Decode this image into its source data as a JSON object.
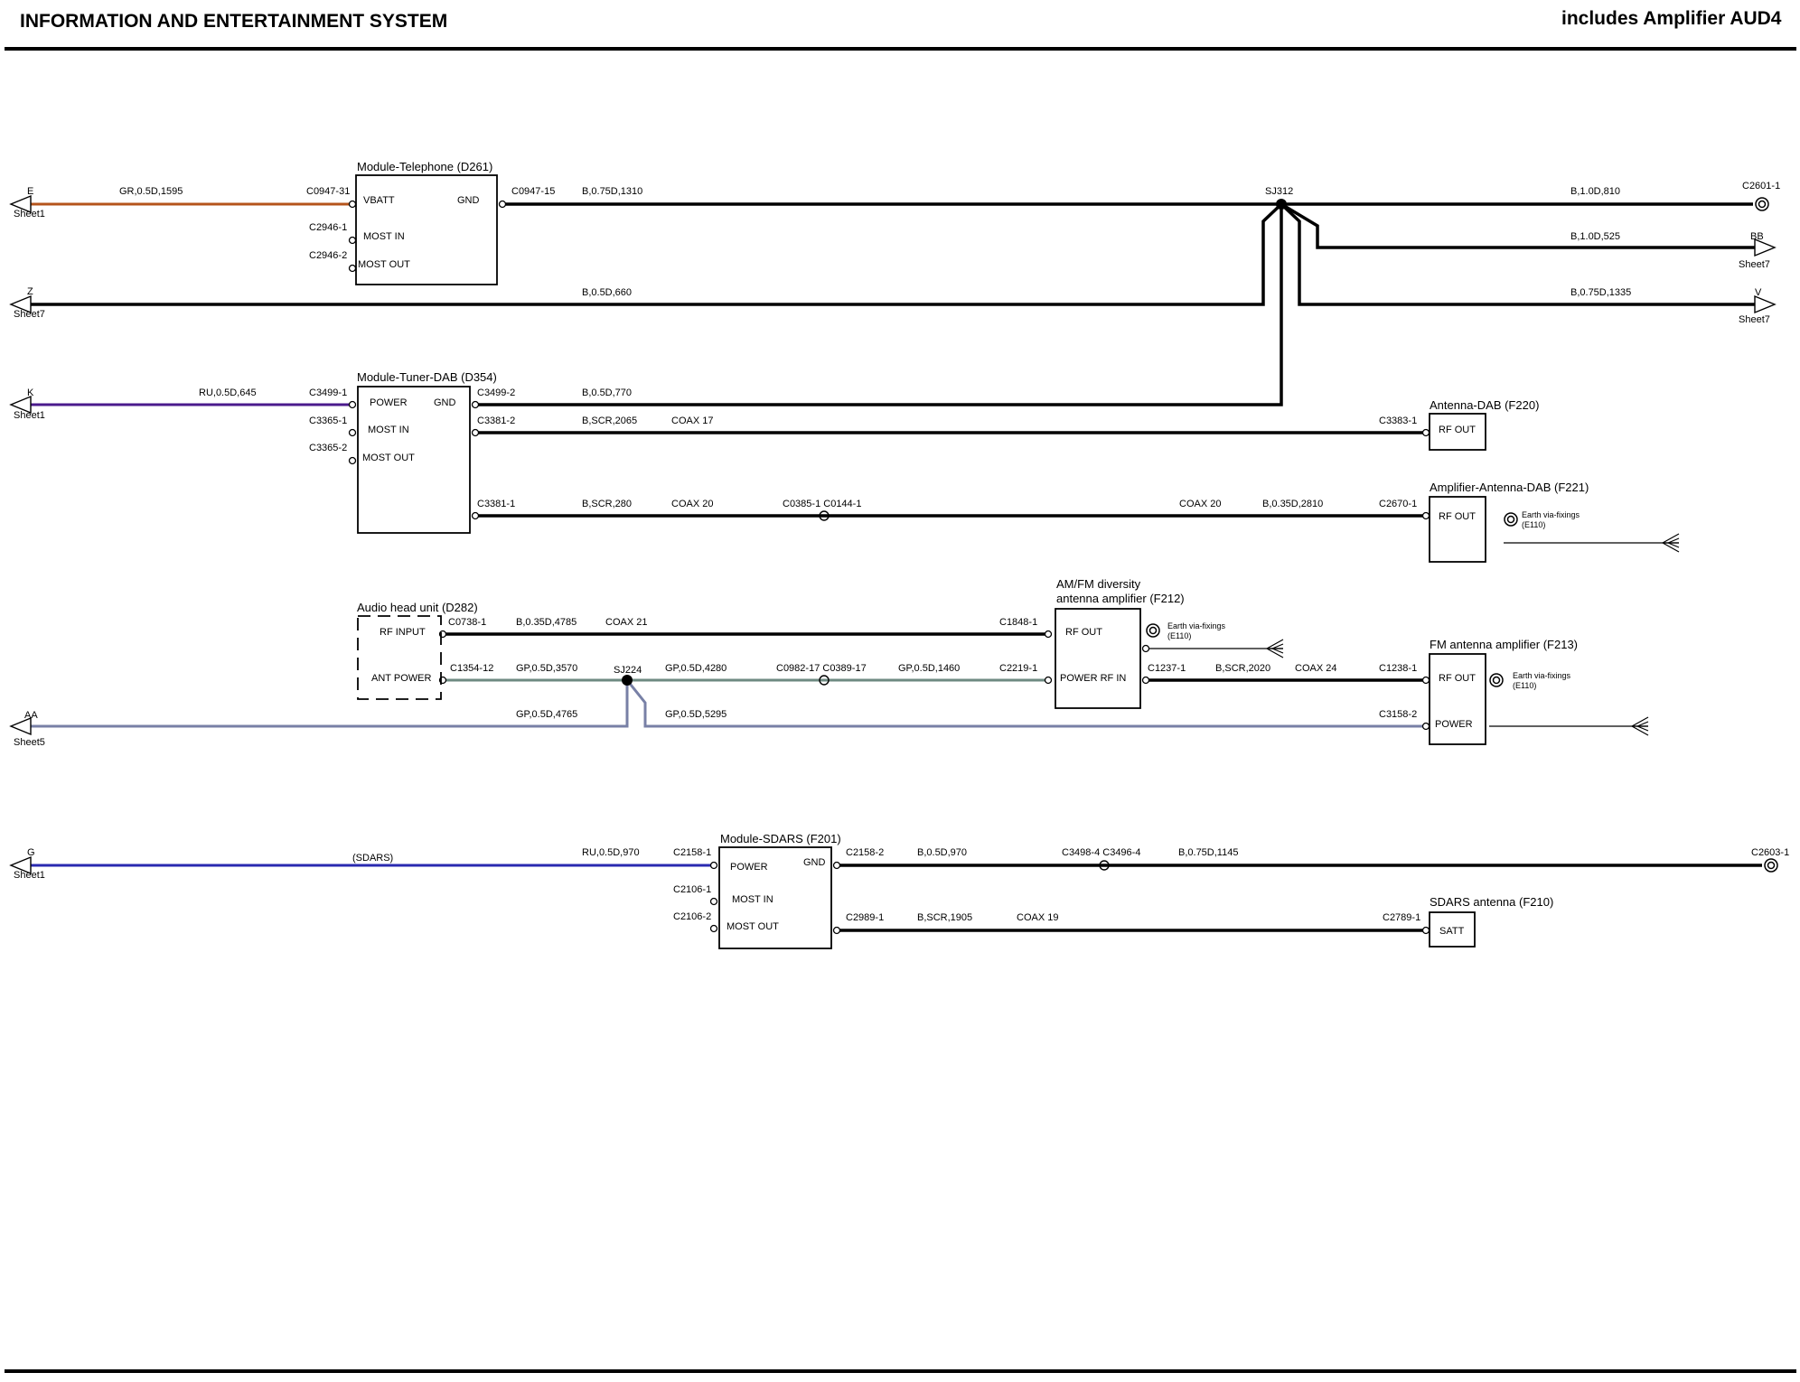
{
  "header": {
    "title": "INFORMATION AND ENTERTAINMENT SYSTEM",
    "subtitle": "includes Amplifier AUD4"
  },
  "colors": {
    "black": "#000000",
    "orange": "#b5541c",
    "purple": "#4b1a8c",
    "green_grey": "#6e8a82",
    "blue_grey": "#7880a6",
    "blue": "#2a2ab0"
  },
  "offpage": {
    "e": {
      "letter": "E",
      "sheet": "Sheet1"
    },
    "z": {
      "letter": "Z",
      "sheet": "Sheet7"
    },
    "k": {
      "letter": "K",
      "sheet": "Sheet1"
    },
    "aa": {
      "letter": "AA",
      "sheet": "Sheet5"
    },
    "g": {
      "letter": "G",
      "sheet": "Sheet1"
    },
    "bb": {
      "letter": "BB",
      "sheet": "Sheet7"
    },
    "v": {
      "letter": "V",
      "sheet": "Sheet7"
    }
  },
  "splices": {
    "sj312": "SJ312",
    "sj224": "SJ224"
  },
  "components": {
    "telephone": {
      "name": "Module-Telephone (D261)",
      "pins": {
        "vbatt": "VBATT",
        "gnd": "GND",
        "most_in": "MOST IN",
        "most_out": "MOST OUT"
      }
    },
    "tuner": {
      "name": "Module-Tuner-DAB (D354)",
      "pins": {
        "power": "POWER",
        "gnd": "GND",
        "most_in": "MOST IN",
        "most_out": "MOST OUT"
      }
    },
    "antenna_dab": {
      "name": "Antenna-DAB (F220)",
      "pins": {
        "rf_out": "RF OUT"
      }
    },
    "amp_antenna_dab": {
      "name": "Amplifier-Antenna-DAB (F221)",
      "pins": {
        "rf_out": "RF OUT"
      },
      "earth": "Earth via-fixings (E110)"
    },
    "head_unit": {
      "name": "Audio head unit (D282)",
      "pins": {
        "rf_input": "RF INPUT",
        "ant_power": "ANT POWER"
      }
    },
    "amfm": {
      "name_line1": "AM/FM diversity",
      "name_line2": "antenna amplifier (F212)",
      "pins": {
        "rf_out": "RF OUT",
        "power_rf_in": "POWER RF IN"
      },
      "earth": "Earth via-fixings (E110)"
    },
    "fm_amp": {
      "name": "FM antenna amplifier (F213)",
      "pins": {
        "rf_out": "RF OUT",
        "power": "POWER"
      },
      "earth": "Earth via-fixings (E110)"
    },
    "sdars": {
      "name": "Module-SDARS (F201)",
      "pins": {
        "power": "POWER",
        "gnd": "GND",
        "most_in": "MOST IN",
        "most_out": "MOST OUT"
      }
    },
    "sdars_antenna": {
      "name": "SDARS antenna (F210)",
      "pins": {
        "satt": "SATT"
      }
    }
  },
  "connectors": {
    "c0947_31": "C0947-31",
    "c0947_15": "C0947-15",
    "c2946_1": "C2946-1",
    "c2946_2": "C2946-2",
    "c2601_1": "C2601-1",
    "c3499_1": "C3499-1",
    "c3499_2": "C3499-2",
    "c3365_1": "C3365-1",
    "c3365_2": "C3365-2",
    "c3381_2": "C3381-2",
    "c3381_1": "C3381-1",
    "c3383_1": "C3383-1",
    "c0385_c0144": "C0385-1 C0144-1",
    "c2670_1": "C2670-1",
    "c0738_1": "C0738-1",
    "c1848_1": "C1848-1",
    "c1354_12": "C1354-12",
    "c0982_c0389": "C0982-17 C0389-17",
    "c2219_1": "C2219-1",
    "c1237_1": "C1237-1",
    "c1238_1": "C1238-1",
    "c3158_2": "C3158-2",
    "c2158_1": "C2158-1",
    "c2158_2": "C2158-2",
    "c2106_1": "C2106-1",
    "c2106_2": "C2106-2",
    "c3498_c3496": "C3498-4 C3496-4",
    "c2603_1": "C2603-1",
    "c2989_1": "C2989-1",
    "c2789_1": "C2789-1"
  },
  "wires": {
    "gr_1595": "GR,0.5D,1595",
    "b_1310": "B,0.75D,1310",
    "b_810": "B,1.0D,810",
    "b_525": "B,1.0D,525",
    "b_660": "B,0.5D,660",
    "b_1335": "B,0.75D,1335",
    "ru_645": "RU,0.5D,645",
    "b_770": "B,0.5D,770",
    "bscr_2065": "B,SCR,2065",
    "coax17": "COAX 17",
    "bscr_280": "B,SCR,280",
    "coax20_a": "COAX 20",
    "coax20_b": "COAX 20",
    "b_2810": "B,0.35D,2810",
    "b_4785": "B,0.35D,4785",
    "coax21": "COAX 21",
    "gp_3570": "GP,0.5D,3570",
    "gp_4280": "GP,0.5D,4280",
    "gp_1460": "GP,0.5D,1460",
    "bscr_2020": "B,SCR,2020",
    "coax24": "COAX 24",
    "gp_4765": "GP,0.5D,4765",
    "gp_5295": "GP,0.5D,5295",
    "sdars_tag": "(SDARS)",
    "ru_970": "RU,0.5D,970",
    "b_970": "B,0.5D,970",
    "b_1145": "B,0.75D,1145",
    "bscr_1905": "B,SCR,1905",
    "coax19": "COAX 19"
  }
}
